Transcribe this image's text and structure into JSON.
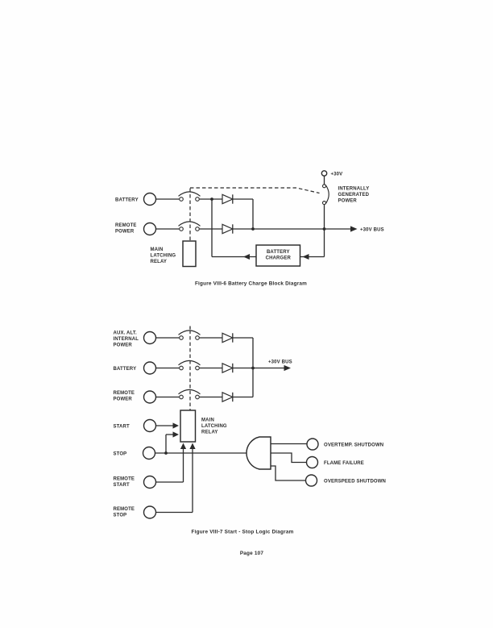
{
  "colors": {
    "ink": "#2b2b2b",
    "paper": "#fefefe"
  },
  "figure1": {
    "caption": "Figure VIII-6  Battery Charge Block Diagram",
    "labels": {
      "battery": "BATTERY",
      "remote_power": [
        "REMOTE",
        "POWER"
      ],
      "main_latching_relay": [
        "MAIN",
        "LATCHING",
        "RELAY"
      ],
      "battery_charger": [
        "BATTERY",
        "CHARGER"
      ],
      "internally_generated_power": [
        "INTERNALLY",
        "GENERATED",
        "POWER"
      ],
      "plus_30v": "+30V",
      "plus_30v_bus": "+30V BUS"
    }
  },
  "figure2": {
    "caption": "Figure VIII-7  Start - Stop Logic Diagram",
    "labels": {
      "aux_alt_internal_power": [
        "AUX. ALT.",
        "INTERNAL",
        "POWER"
      ],
      "battery": "BATTERY",
      "remote_power": [
        "REMOTE",
        "POWER"
      ],
      "start": "START",
      "stop": "STOP",
      "remote_start": [
        "REMOTE",
        "START"
      ],
      "remote_stop": [
        "REMOTE",
        "STOP"
      ],
      "main_latching_relay": [
        "MAIN",
        "LATCHING",
        "RELAY"
      ],
      "plus_30v_bus": "+30V BUS",
      "overtemp_shutdown": "OVERTEMP. SHUTDOWN",
      "flame_failure": "FLAME FAILURE",
      "overspeed_shutdown": "OVERSPEED SHUTDOWN"
    }
  },
  "page": {
    "page_label": "Page 107"
  }
}
